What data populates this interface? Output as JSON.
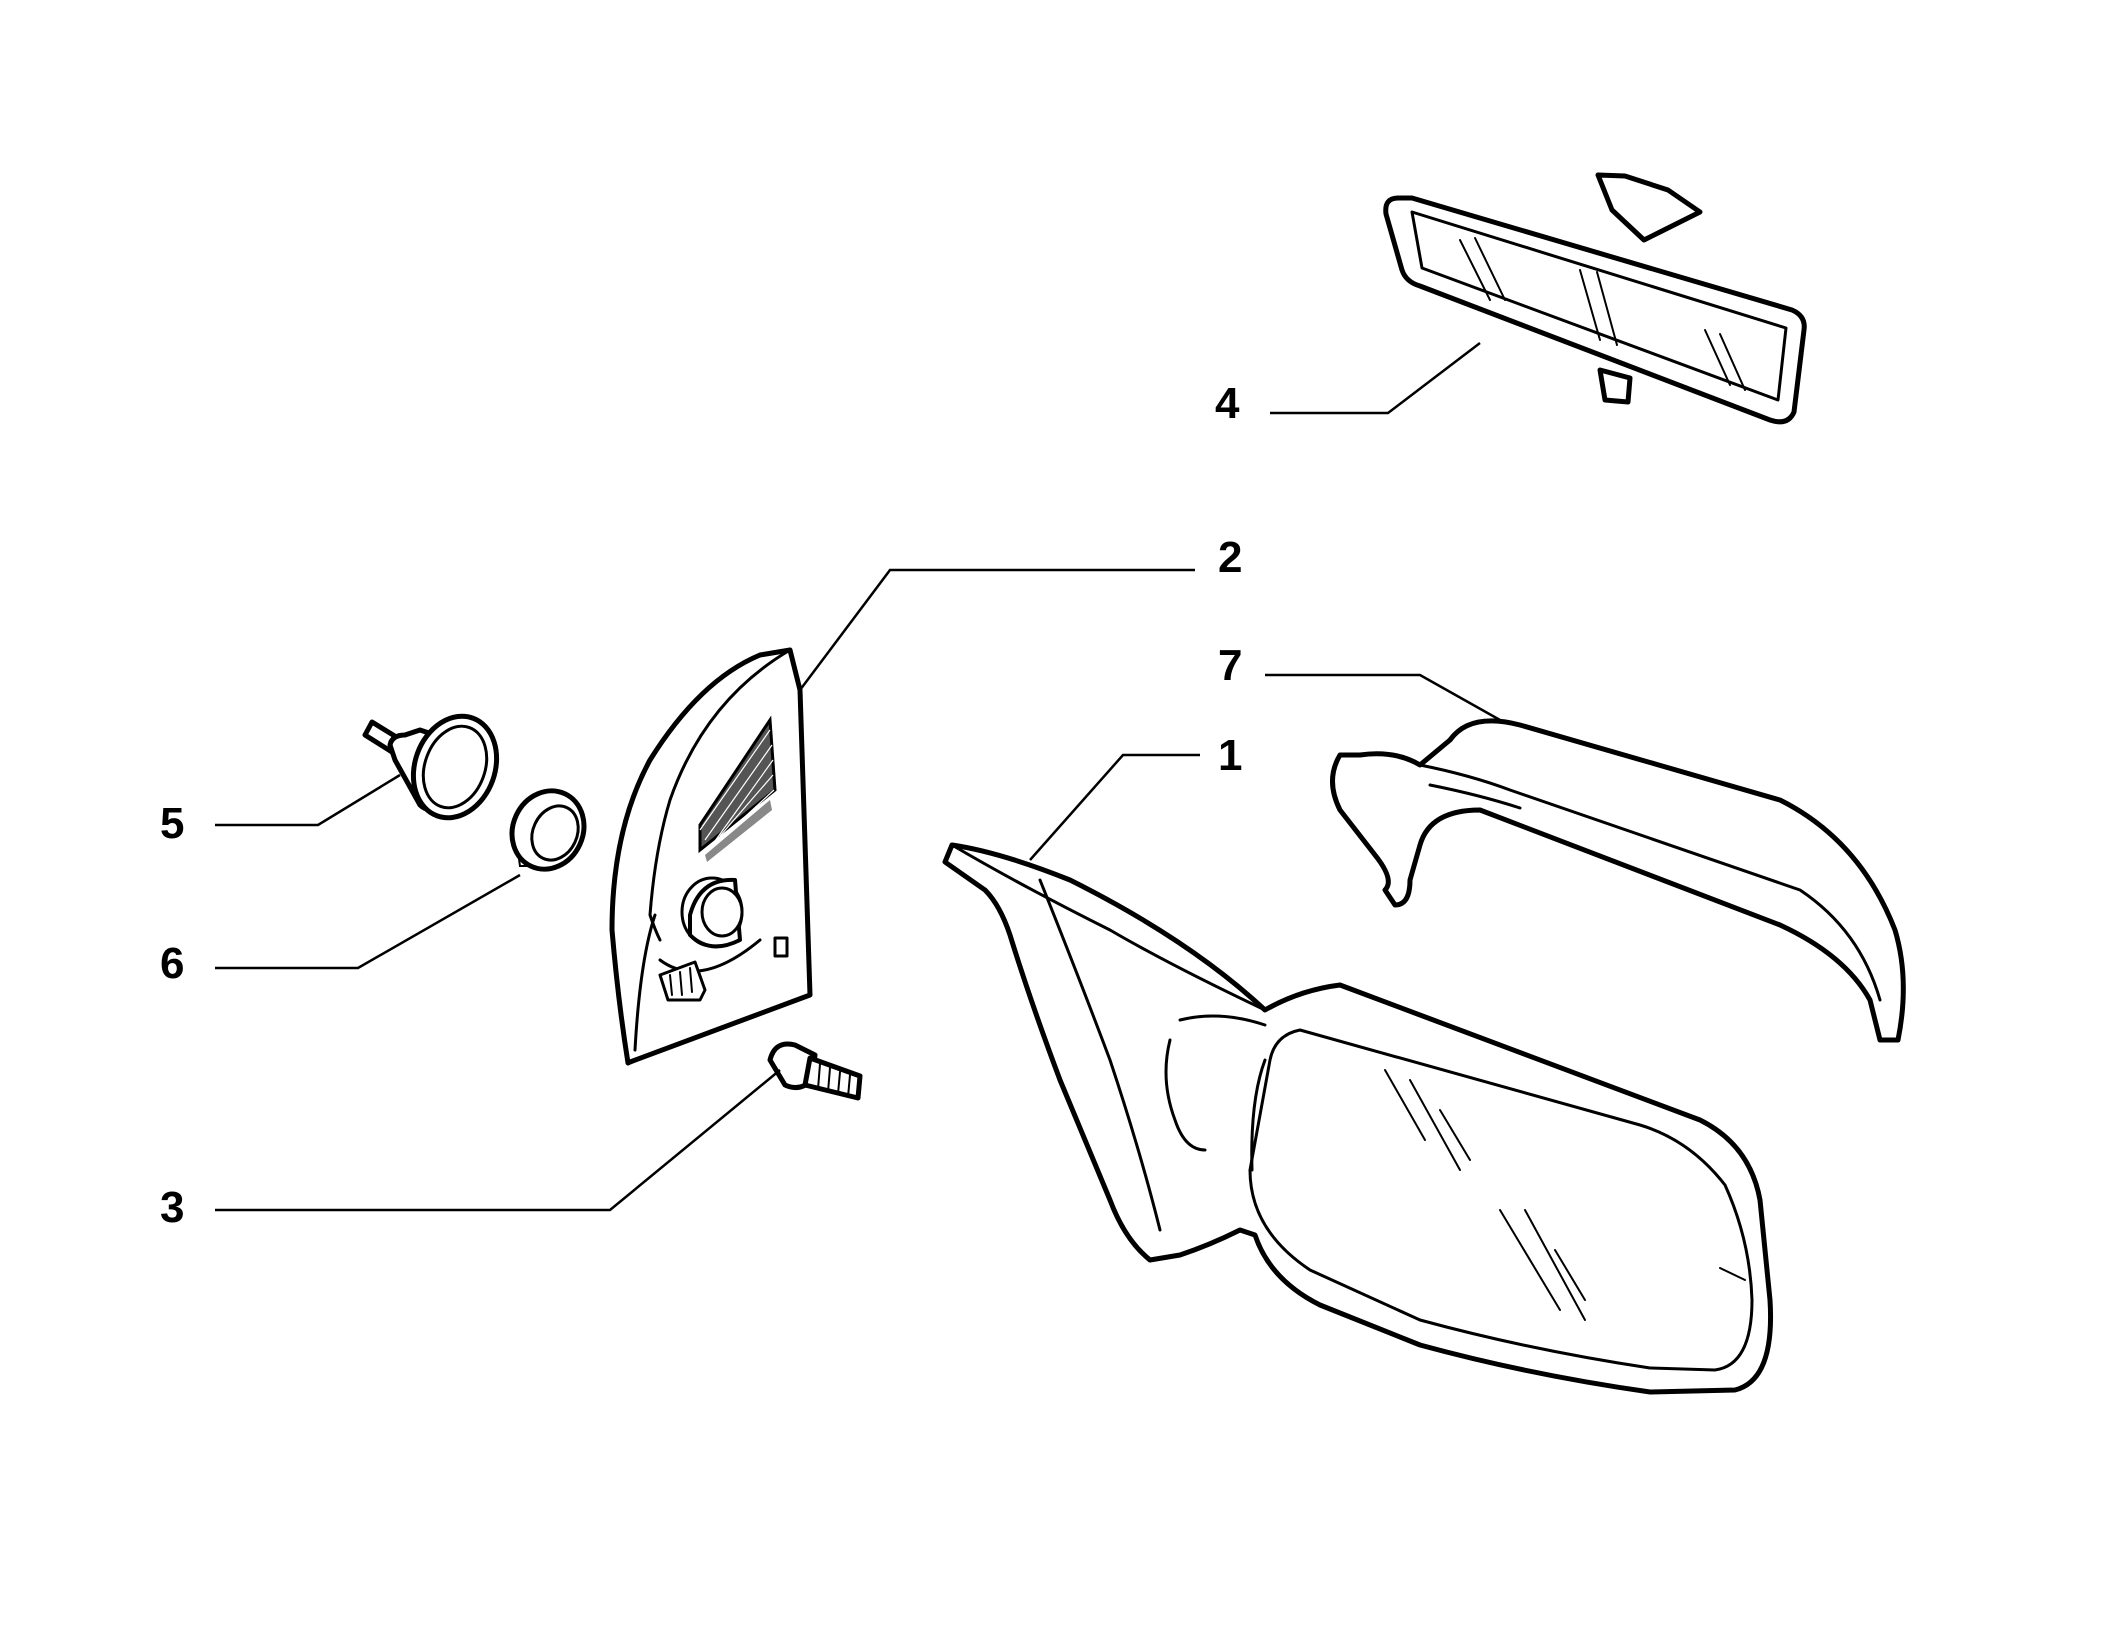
{
  "callouts": [
    {
      "id": "1",
      "label": "1",
      "part": "exterior-mirror"
    },
    {
      "id": "2",
      "label": "2",
      "part": "mirror-inner-cover"
    },
    {
      "id": "3",
      "label": "3",
      "part": "screw"
    },
    {
      "id": "4",
      "label": "4",
      "part": "rear-view-mirror"
    },
    {
      "id": "5",
      "label": "5",
      "part": "adjuster-knob"
    },
    {
      "id": "6",
      "label": "6",
      "part": "ring"
    },
    {
      "id": "7",
      "label": "7",
      "part": "mirror-housing-cap"
    }
  ],
  "colors": {
    "line": "#000000",
    "background": "#ffffff"
  }
}
